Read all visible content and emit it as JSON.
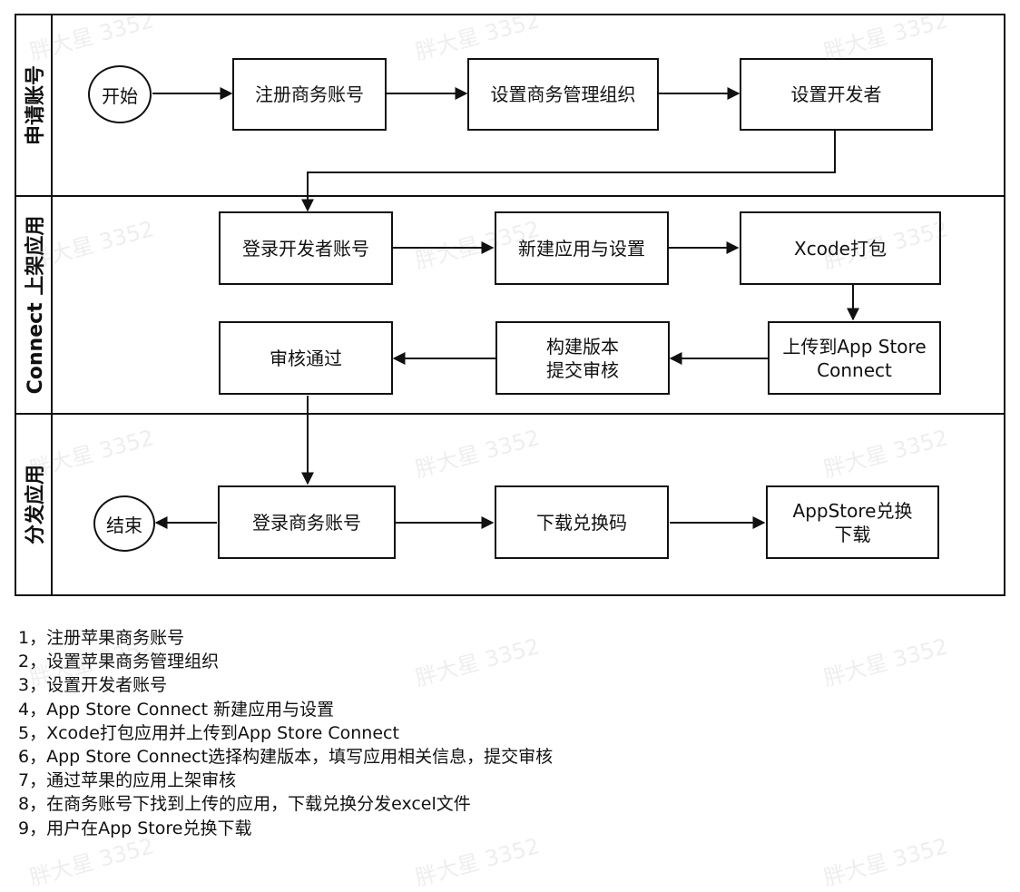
{
  "lanes": [
    {
      "label": "申请账号"
    },
    {
      "label": "Connect 上架应用"
    },
    {
      "label": "分发应用"
    }
  ],
  "nodes": {
    "start": "开始",
    "register": "注册商务账号",
    "setup_org": "设置商务管理组织",
    "setup_dev": "设置开发者",
    "login_dev": "登录开发者账号",
    "new_app": "新建应用与设置",
    "xcode": "Xcode打包",
    "upload": "上传到App Store\nConnect",
    "build": "构建版本\n提交审核",
    "approved": "审核通过",
    "login_biz": "登录商务账号",
    "download_code": "下载兑换码",
    "appstore": "AppStore兑换\n下载",
    "end": "结束"
  },
  "notes": [
    "1，注册苹果商务账号",
    "2，设置苹果商务管理组织",
    "3，设置开发者账号",
    "4，App Store Connect 新建应用与设置",
    "5，Xcode打包应用并上传到App Store Connect",
    "6，App Store Connect选择构建版本，填写应用相关信息，提交审核",
    "7，通过苹果的应用上架审核",
    "8，在商务账号下找到上传的应用，下载兑换分发excel文件",
    "9，用户在App Store兑换下载"
  ],
  "watermark": "胖大星 3352",
  "colors": {
    "line": "#111111",
    "background": "#ffffff",
    "watermark": "#bbbbbb"
  }
}
